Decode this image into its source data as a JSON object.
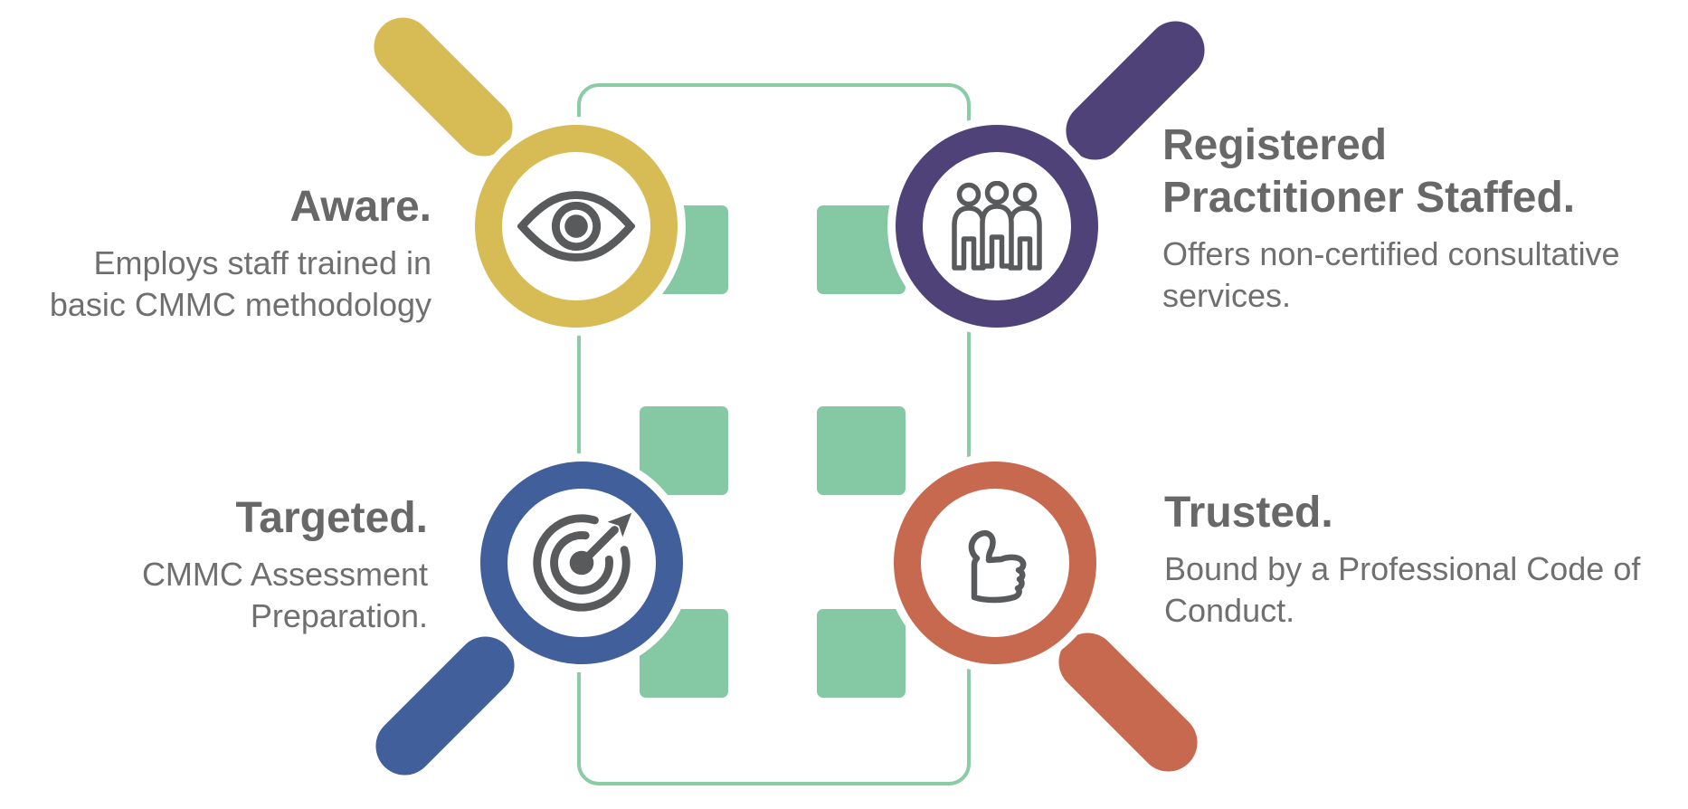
{
  "palette": {
    "aware_yellow": "#d7bc55",
    "registered_purple": "#4e4278",
    "targeted_blue": "#415f9a",
    "trusted_orange": "#c7694f",
    "grid_green": "#85c9a4",
    "frame_green": "#8bcba6",
    "icon_gray": "#595a5c",
    "title_gray": "#686868",
    "body_gray": "#6f6f6f"
  },
  "center_grid": {
    "rows": 3,
    "columns": 2,
    "square_count": 6
  },
  "quadrants": {
    "aware": {
      "title": "Aware.",
      "description": "Employs staff trained in\nbasic CMMC methodology",
      "icon": "eye",
      "position": "top-left"
    },
    "registered": {
      "title": "Registered\nPractitioner Staffed.",
      "description": "Offers non-certified consultative\nservices.",
      "icon": "people-group",
      "position": "top-right"
    },
    "targeted": {
      "title": "Targeted.",
      "description": "CMMC Assessment\nPreparation.",
      "icon": "target-arrow",
      "position": "bottom-left"
    },
    "trusted": {
      "title": "Trusted.",
      "description": "Bound by a Professional Code of\nConduct.",
      "icon": "thumbs-up",
      "position": "bottom-right"
    }
  }
}
